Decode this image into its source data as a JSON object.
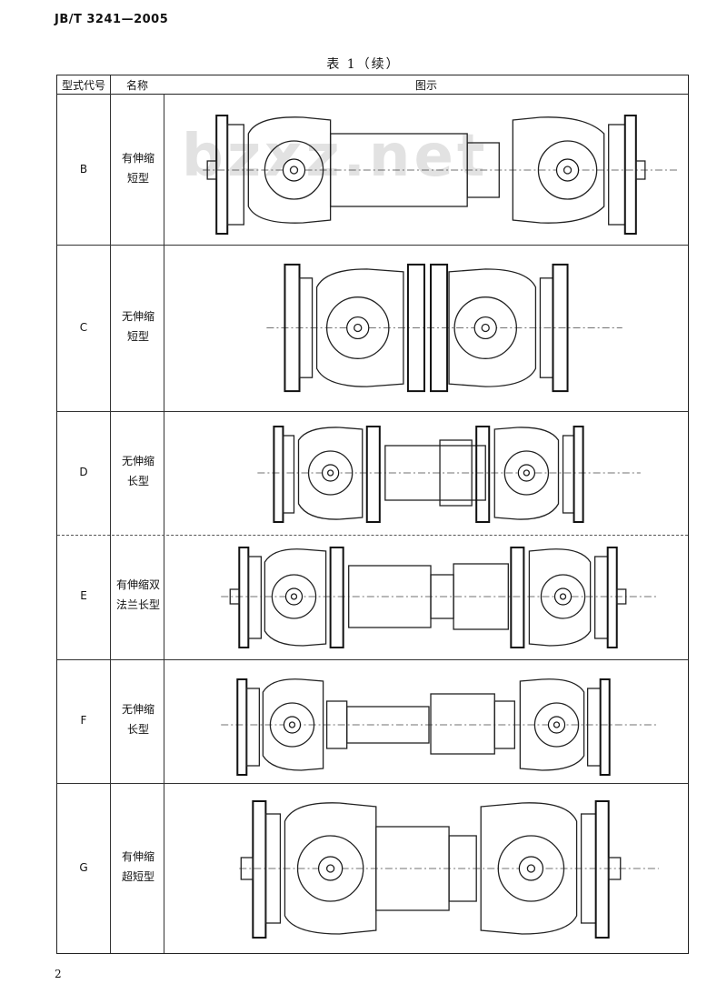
{
  "header": {
    "standard_no": "JB/T 3241—2005"
  },
  "table": {
    "caption": "表  1（续）",
    "columns": [
      "型式代号",
      "名称",
      "图示"
    ],
    "rows": [
      {
        "code": "B",
        "name_lines": [
          "有伸缩",
          "短型"
        ]
      },
      {
        "code": "C",
        "name_lines": [
          "无伸缩",
          "短型"
        ]
      },
      {
        "code": "D",
        "name_lines": [
          "无伸缩",
          "长型"
        ]
      },
      {
        "code": "E",
        "name_lines": [
          "有伸缩双",
          "法兰长型"
        ]
      },
      {
        "code": "F",
        "name_lines": [
          "无伸缩",
          "长型"
        ]
      },
      {
        "code": "G",
        "name_lines": [
          "有伸缩",
          "超短型"
        ]
      }
    ]
  },
  "watermark": "bzxz.net",
  "footer": {
    "page_number": "2"
  }
}
